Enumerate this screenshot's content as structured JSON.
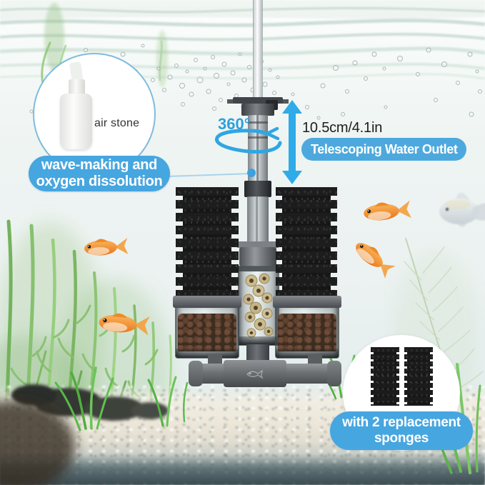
{
  "scene": {
    "description": "aquarium fish tank with dual sponge filter, fish, plants, gravel and annotation callouts"
  },
  "callouts": {
    "air_stone": {
      "label": "air stone"
    },
    "wave_making": {
      "line1": "wave-making and",
      "line2": "oxygen dissolution"
    },
    "rotation": {
      "label": "360°"
    },
    "outlet_height": {
      "label": "10.5cm/4.1in"
    },
    "telescoping_outlet": {
      "label": "Telescoping Water Outlet"
    },
    "replacement_sponges": {
      "line1": "with 2 replacement",
      "line2": "sponges"
    }
  },
  "colors": {
    "accent_blue": "#46a6e0",
    "pill_blue": "#4da9dd",
    "arrow_blue": "#2fabe8",
    "rotation_text_blue": "#2f9fdc",
    "measure_text_dark": "#1d1d1d",
    "label_white": "#ffffff"
  }
}
